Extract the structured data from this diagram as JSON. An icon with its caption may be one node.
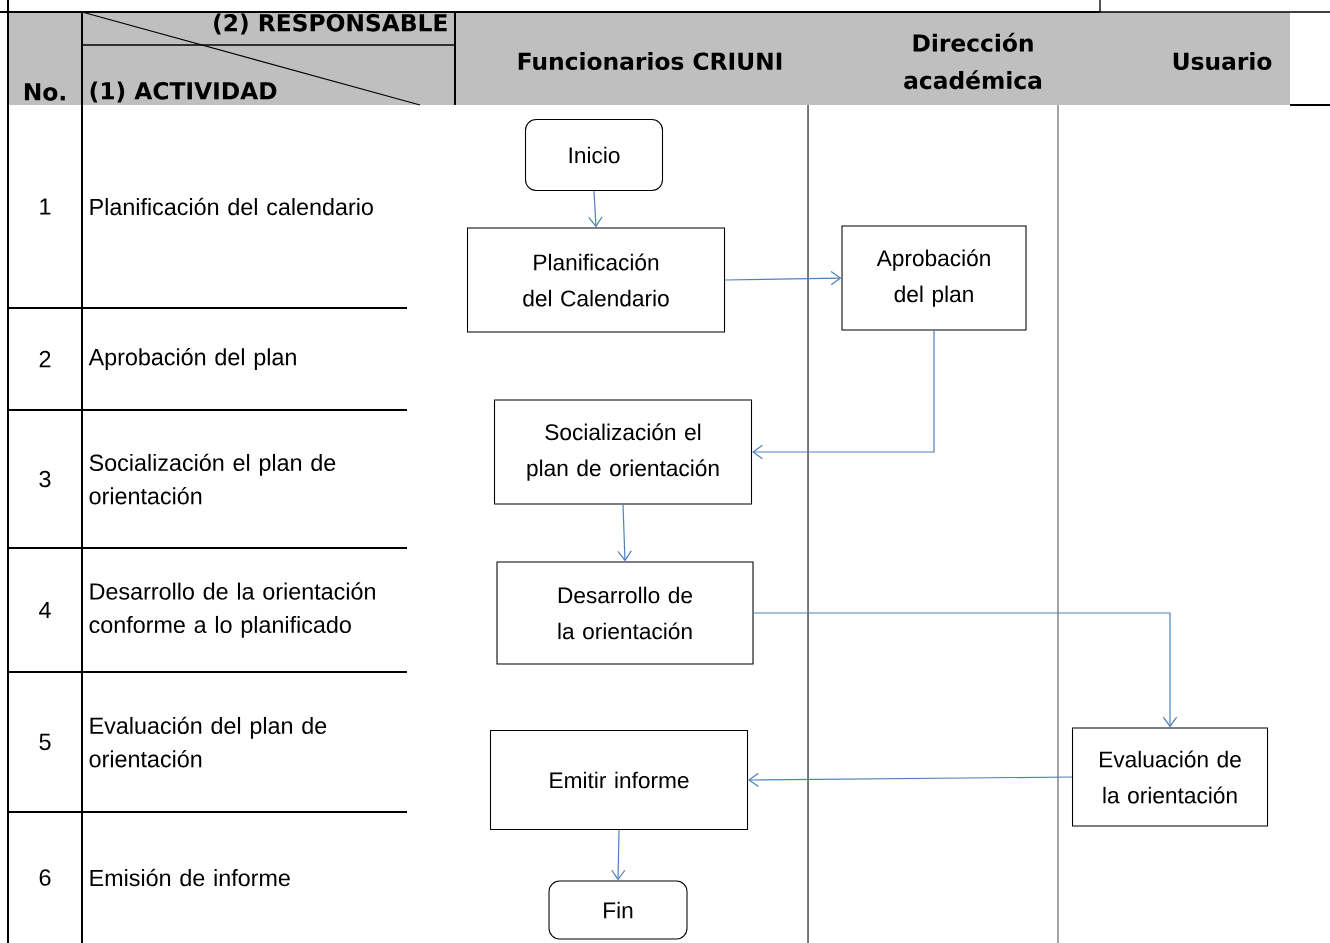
{
  "diagram": {
    "nodes": [
      {
        "text": [
          "Inicio"
        ]
      },
      {
        "text": [
          "Planificación del Calendario"
        ]
      },
      {
        "text": [
          "Aprobación del plan"
        ]
      },
      {
        "text": [
          "Socialización el plan de orientación"
        ]
      },
      {
        "text": [
          "Desarrollo de la orientación"
        ]
      },
      {
        "text": [
          "Evaluación de la orientación"
        ]
      },
      {
        "text": [
          "Emitir informe"
        ]
      },
      {
        "text": [
          "Fin"
        ]
      }
    ],
    "edges": [
      {
        "from": 0,
        "to": 1,
        "arrow": "to"
      },
      {
        "from": 1,
        "to": 2,
        "arrow": "to"
      },
      {
        "from": 2,
        "to": 3,
        "arrow": "to"
      },
      {
        "from": 3,
        "to": 4,
        "arrow": "to"
      },
      {
        "from": 4,
        "to": 5,
        "arrow": "to"
      },
      {
        "from": 5,
        "to": 6,
        "arrow": "to"
      },
      {
        "from": 6,
        "to": 7,
        "arrow": "to"
      }
    ],
    "labels": [
      "(2) RESPONSABLE",
      "No.",
      "(1) ACTIVIDAD",
      "Funcionarios CRIUNI",
      "Dirección académica",
      "Usuario",
      "1",
      "Planificación del calendario",
      "2",
      "Aprobación del plan",
      "3",
      "Socialización el plan de orientación",
      "4",
      "Desarrollo de la orientación conforme a lo planificado",
      "5",
      "Evaluación del plan de orientación",
      "6",
      "Emisión de informe"
    ]
  }
}
